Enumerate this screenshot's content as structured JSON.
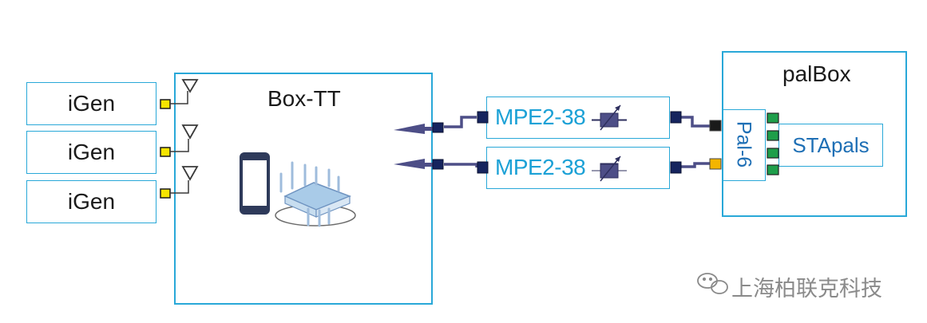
{
  "diagram": {
    "igen_blocks": [
      {
        "label": "iGen"
      },
      {
        "label": "iGen"
      },
      {
        "label": "iGen"
      }
    ],
    "box_tt": {
      "label": "Box-TT"
    },
    "attenuators": [
      {
        "label": "MPE2-38"
      },
      {
        "label": "MPE2-38"
      }
    ],
    "palbox": {
      "label": "palBox",
      "pal_label": "Pal-6",
      "stapals_label": "STApals"
    },
    "watermark": {
      "text": "上海柏联克科技"
    },
    "icons": [
      "antenna-icon",
      "smartphone-icon",
      "router-icon",
      "arrow-left-icon",
      "variable-attenuator-icon",
      "wechat-icon"
    ],
    "colors": {
      "border": "#29a8d8",
      "connector_yellow": "#f5e400",
      "connector_navy": "#16245e",
      "connector_black": "#1a1a1a",
      "connector_orange": "#f4b500",
      "port_green": "#1e9e4a",
      "cable": "#4d4e87",
      "label_blue": "#1ba1d6",
      "pal_blue": "#1e6fb5"
    }
  }
}
